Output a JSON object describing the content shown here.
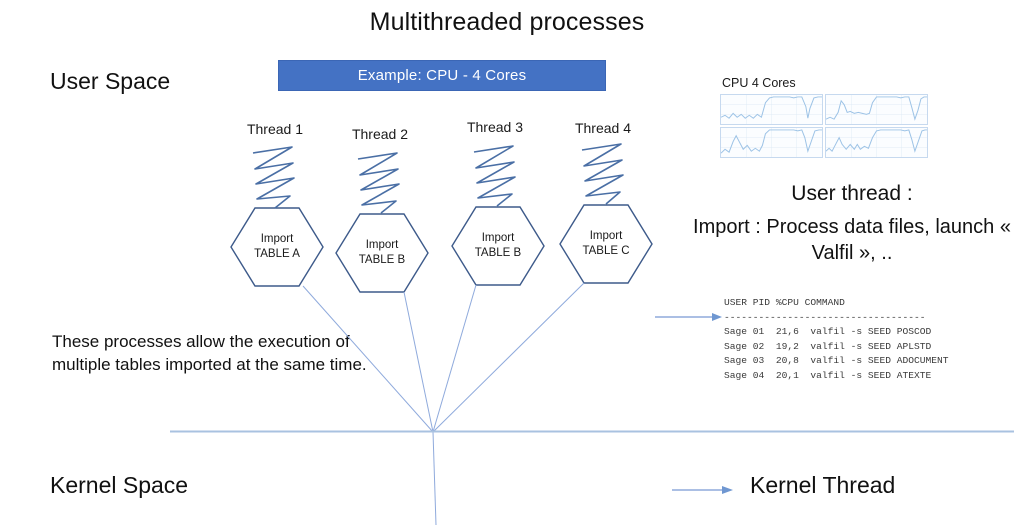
{
  "slide": {
    "title": "Multithreaded processes",
    "user_space_label": "User Space",
    "kernel_space_label": "Kernel Space",
    "kernel_thread_label": "Kernel Thread"
  },
  "banner": {
    "text": "Example: CPU  -  4 Cores",
    "bg_color": "#4472C4",
    "text_color": "#FFFFFF"
  },
  "threads": [
    {
      "label": "Thread 1",
      "hex_line1": "Import",
      "hex_line2": "TABLE A"
    },
    {
      "label": "Thread 2",
      "hex_line1": "Import",
      "hex_line2": "TABLE B"
    },
    {
      "label": "Thread 3",
      "hex_line1": "Import",
      "hex_line2": "TABLE B"
    },
    {
      "label": "Thread 4",
      "hex_line1": "Import",
      "hex_line2": "TABLE C"
    }
  ],
  "cpu_widget": {
    "title": "CPU 4 Cores",
    "core_count": 4,
    "trace_color": "#9DC3E6",
    "border_color": "#C6D9EF"
  },
  "user_thread": {
    "title": "User thread :",
    "description": "Import : Process data files, launch « Valfil », .."
  },
  "terminal": {
    "header": "USER PID %CPU COMMAND",
    "divider": "-----------------------------------",
    "columns": [
      "USER",
      "PID",
      "%CPU",
      "COMMAND"
    ],
    "rows": [
      {
        "user": "Sage",
        "pid": "01",
        "cpu": "21,6",
        "command": "valfil -s SEED POSCOD"
      },
      {
        "user": "Sage",
        "pid": "02",
        "cpu": "19,2",
        "command": "valfil -s SEED APLSTD"
      },
      {
        "user": "Sage",
        "pid": "03",
        "cpu": "20,8",
        "command": "valfil -s SEED ADOCUMENT"
      },
      {
        "user": "Sage",
        "pid": "04",
        "cpu": "20,1",
        "command": "valfil -s SEED ATEXTE"
      }
    ],
    "text": "USER PID %CPU COMMAND\n-----------------------------------\nSage 01  21,6  valfil -s SEED POSCOD\nSage 02  19,2  valfil -s SEED APLSTD\nSage 03  20,8  valfil -s SEED ADOCUMENT\nSage 04  20,1  valfil -s SEED ATEXTE"
  },
  "note": {
    "text": "These processes allow the execution of multiple tables imported at the same time."
  },
  "colors": {
    "line_blue": "#8FAADC",
    "spring_blue": "#4A6FA5",
    "hex_stroke": "#3D5A8A",
    "divider": "#A9C2E0"
  }
}
